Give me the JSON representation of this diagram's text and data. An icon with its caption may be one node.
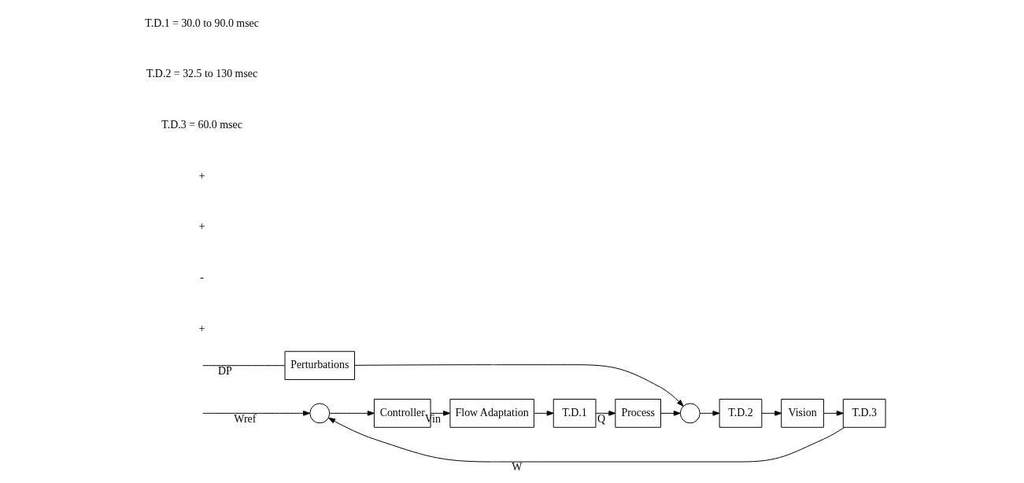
{
  "diagram": {
    "nodes": [
      {
        "text": [],
        "shape": "circle"
      },
      {
        "text": [
          "Controller"
        ]
      },
      {
        "text": [
          "Flow Adaptation"
        ]
      },
      {
        "text": [
          "T.D.1"
        ]
      },
      {
        "text": [
          "Process"
        ]
      },
      {
        "text": [],
        "shape": "circle"
      },
      {
        "text": [
          "T.D.2"
        ]
      },
      {
        "text": [
          "Vision"
        ]
      },
      {
        "text": [
          "T.D.3"
        ]
      },
      {
        "text": [
          "Perturbations"
        ]
      }
    ],
    "edges": [
      {
        "from": null,
        "to": 0,
        "arrow": "to",
        "label": "Wref"
      },
      {
        "from": 0,
        "to": 1,
        "arrow": "to"
      },
      {
        "from": 1,
        "to": 2,
        "arrow": "to",
        "label": "Vin"
      },
      {
        "from": 2,
        "to": 3,
        "arrow": "to"
      },
      {
        "from": 3,
        "to": 4,
        "arrow": "to",
        "label": "Q"
      },
      {
        "from": 4,
        "to": 5,
        "arrow": "to"
      },
      {
        "from": 5,
        "to": 6,
        "arrow": "to"
      },
      {
        "from": 6,
        "to": 7,
        "arrow": "to"
      },
      {
        "from": 7,
        "to": 8,
        "arrow": "to"
      },
      {
        "from": 8,
        "to": 0,
        "arrow": "to",
        "label": "W"
      },
      {
        "from": null,
        "to": 9,
        "arrow": "none",
        "label": "DP"
      },
      {
        "from": 9,
        "to": 5,
        "arrow": "to"
      }
    ],
    "labels": [
      "+",
      "-",
      "+",
      "+",
      "T.D.1 = 30.0 to 90.0 msec",
      "T.D.2 = 32.5 to 130 msec",
      "T.D.3 = 60.0 msec"
    ]
  }
}
